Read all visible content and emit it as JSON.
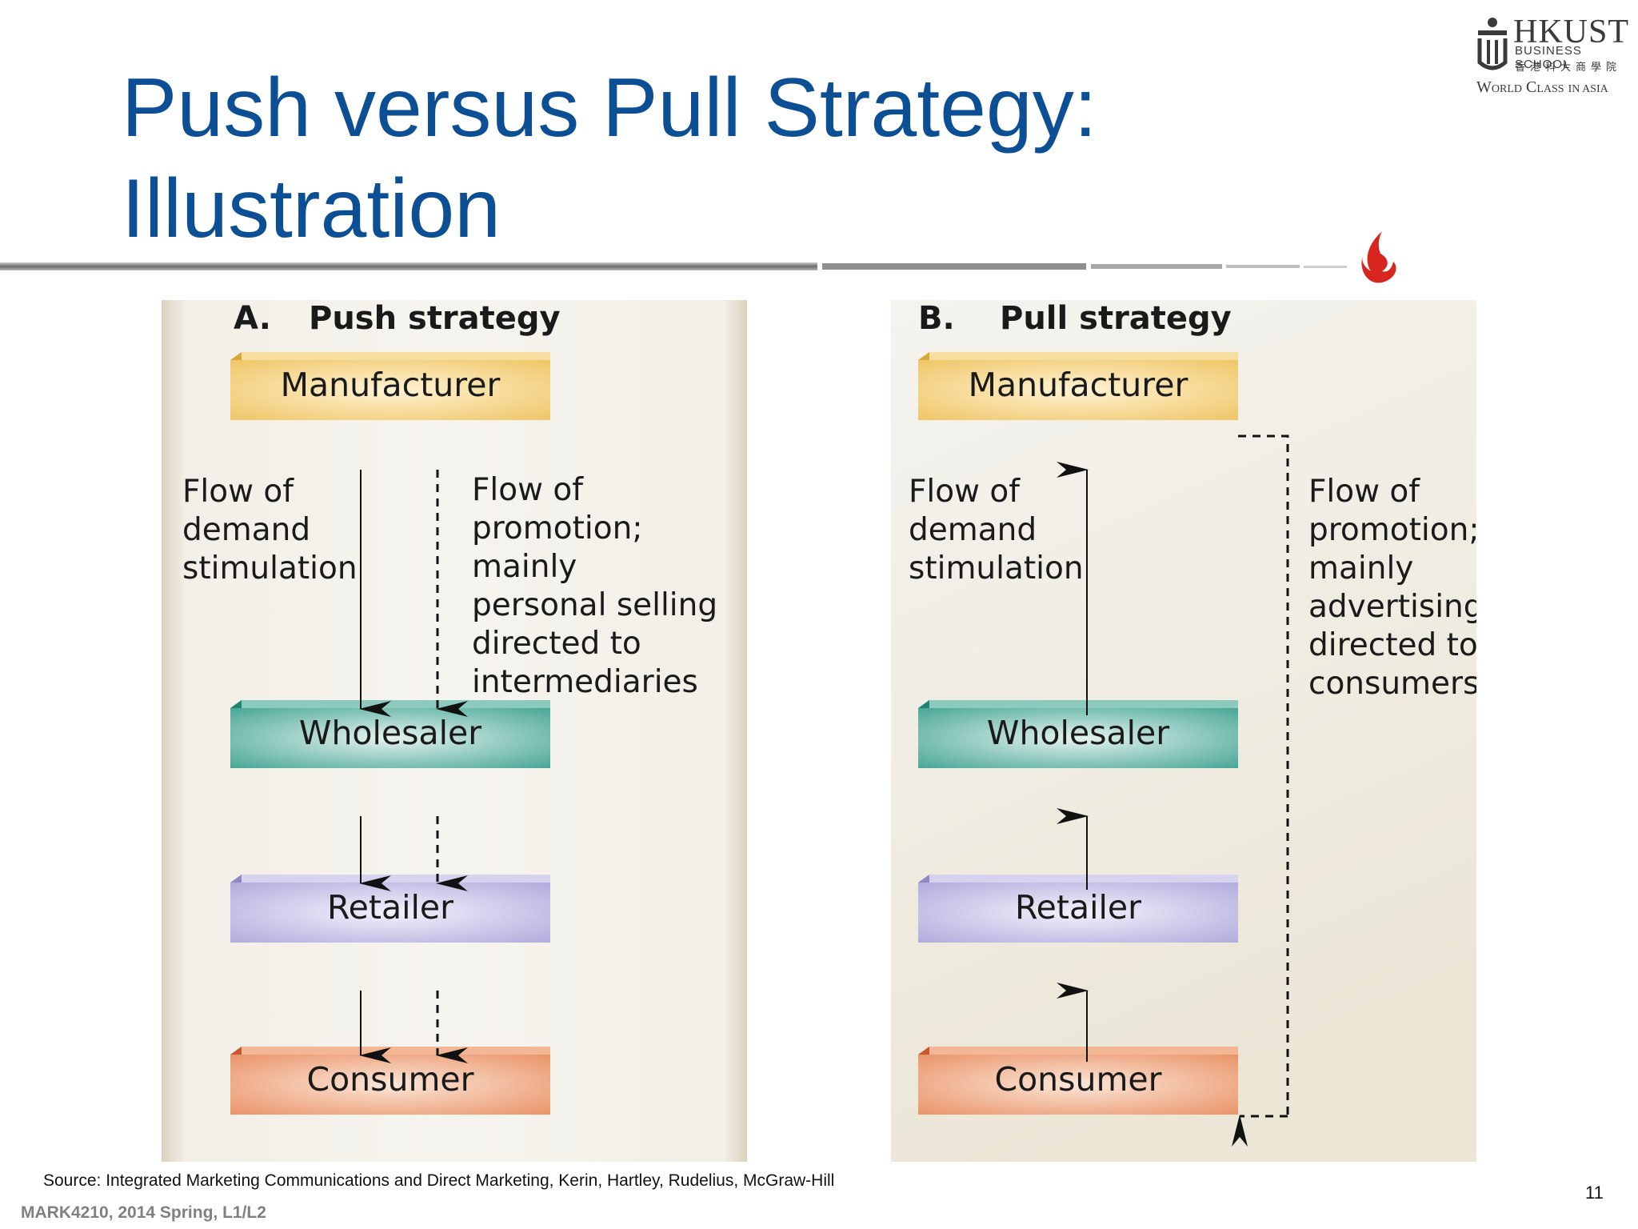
{
  "slide": {
    "title_line1": "Push versus Pull Strategy:",
    "title_line2": "Illustration",
    "source": "Source: Integrated Marketing Communications and Direct Marketing, Kerin, Hartley, Rudelius, McGraw-Hill",
    "course": "MARK4210, 2014 Spring, L1/L2",
    "page_number": "11"
  },
  "logo": {
    "name": "HKUST",
    "sub": "BUSINESS SCHOOL",
    "chinese": "香港科大商學院",
    "tag_main": "World Class",
    "tag_small": "IN ASIA"
  },
  "push": {
    "letter": "A.",
    "heading": "Push strategy",
    "boxes": [
      "Manufacturer",
      "Wholesaler",
      "Retailer",
      "Consumer"
    ],
    "left_label": [
      "Flow of",
      "demand",
      "stimulation"
    ],
    "right_label": [
      "Flow of",
      "promotion;",
      "mainly",
      "personal selling",
      "directed to",
      "intermediaries"
    ]
  },
  "pull": {
    "letter": "B.",
    "heading": "Pull strategy",
    "boxes": [
      "Manufacturer",
      "Wholesaler",
      "Retailer",
      "Consumer"
    ],
    "left_label": [
      "Flow of",
      "demand",
      "stimulation"
    ],
    "right_label": [
      "Flow of",
      "promotion;",
      "mainly",
      "advertising",
      "directed to",
      "consumers"
    ]
  },
  "colors": {
    "title": "#0d4f94",
    "manufacturer": "#f0c96a",
    "wholesaler": "#4fa899",
    "retailer": "#b9b4de",
    "consumer": "#ec9a72",
    "flame": "#d8261e"
  }
}
